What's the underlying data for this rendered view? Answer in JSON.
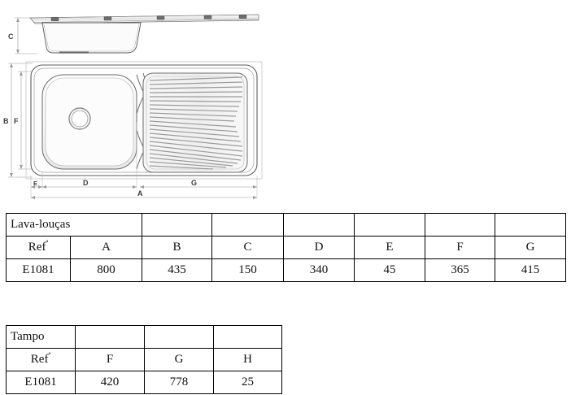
{
  "drawing": {
    "name": "kitchen-sink-technical-drawing",
    "views": {
      "side_elevation": {
        "name": "side-elevation-view",
        "dimension_labels": [
          "C"
        ]
      },
      "plan": {
        "name": "plan-view",
        "dimension_labels": [
          "B",
          "F",
          "E",
          "D",
          "G",
          "A"
        ]
      }
    },
    "dimension_label_C": "C",
    "dimension_label_B": "B",
    "dimension_label_F": "F",
    "dimension_label_E": "E",
    "dimension_label_D": "D",
    "dimension_label_G": "G",
    "dimension_label_A": "A",
    "colors": {
      "line": "#555555",
      "outline": "#333333",
      "dimension": "#8a8a8a",
      "clip": "#5a5a5a"
    }
  },
  "tables": [
    {
      "name": "lava-loucas-table",
      "title": "Lava-louças",
      "title_colspan": 2,
      "blank_header_cells": 6,
      "columns": [
        "Ref",
        "A",
        "B",
        "C",
        "D",
        "E",
        "F",
        "G"
      ],
      "column_first_label": "Ref",
      "column_first_superscript": "ª",
      "rows": [
        {
          "ref": "E1081",
          "values": [
            "800",
            "435",
            "150",
            "340",
            "45",
            "365",
            "415"
          ]
        }
      ]
    },
    {
      "name": "tampo-table",
      "title": "Tampo",
      "title_colspan": 1,
      "blank_header_cells": 3,
      "columns": [
        "Ref",
        "F",
        "G",
        "H"
      ],
      "column_first_label": "Ref",
      "column_first_superscript": "ª",
      "rows": [
        {
          "ref": "E1081",
          "values": [
            "420",
            "778",
            "25"
          ]
        }
      ]
    }
  ]
}
